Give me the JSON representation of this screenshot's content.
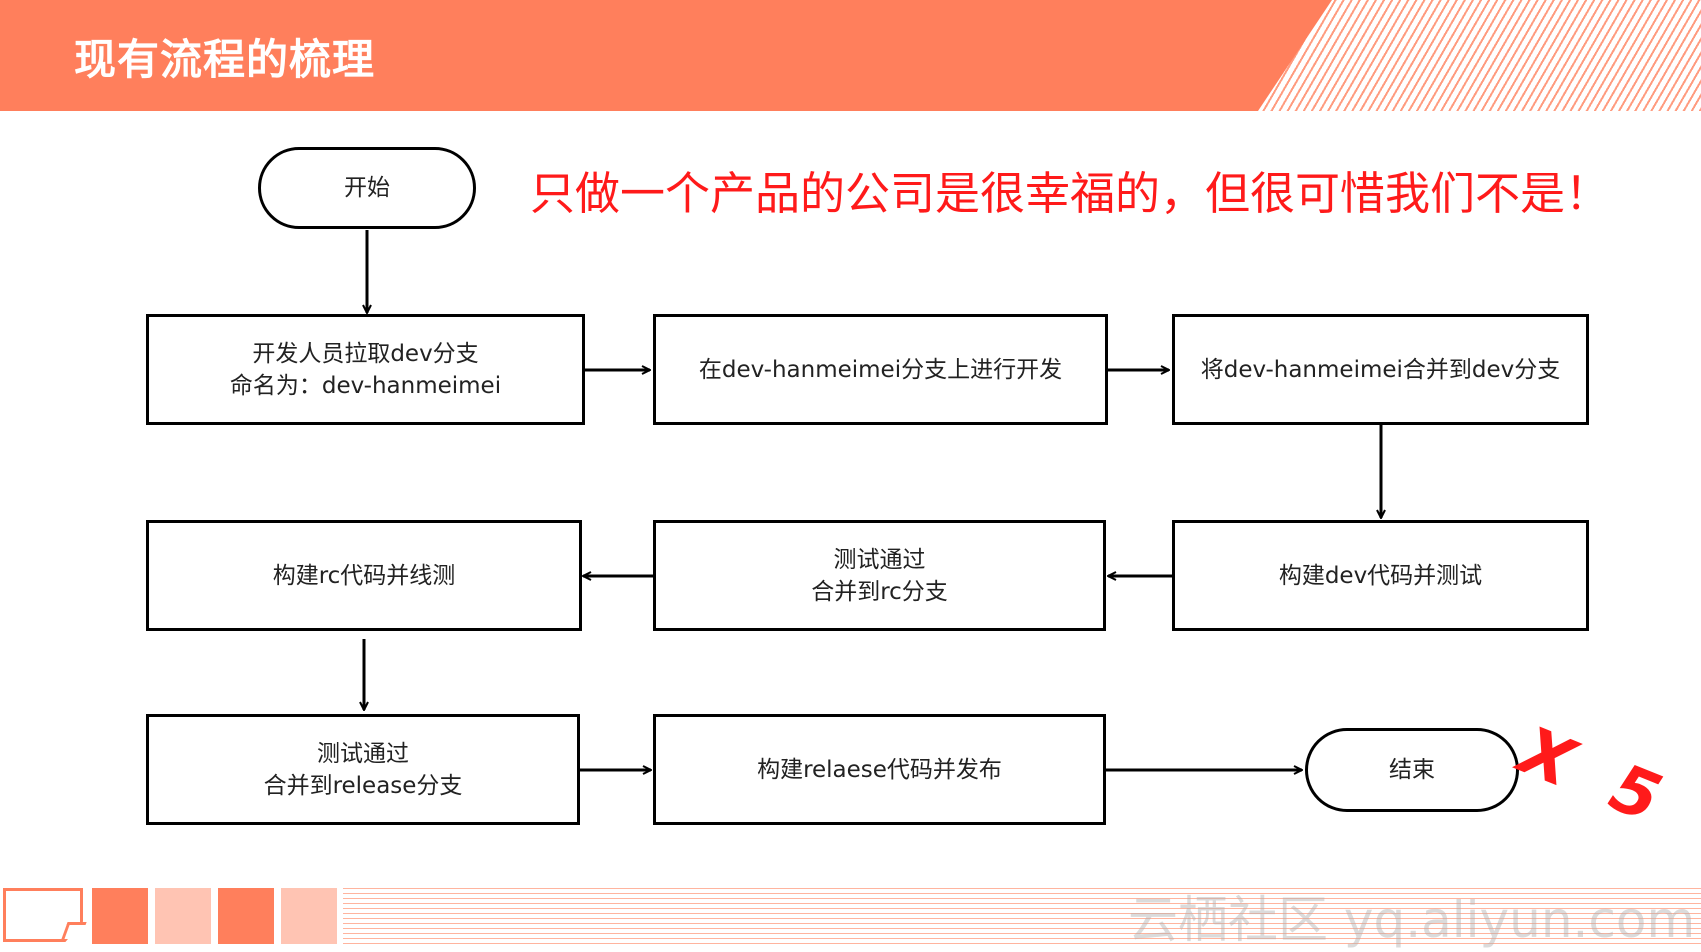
{
  "header": {
    "title": "现有流程的梳理",
    "color": "#ff7f5c"
  },
  "slogan": "只做一个产品的公司是很幸福的，但很可惜我们不是！",
  "multiplier": "X 5",
  "flow": {
    "start": "开始",
    "step1": "开发人员拉取dev分支\n命名为：dev-hanmeimei",
    "step2": "在dev-hanmeimei分支上进行开发",
    "step3": "将dev-hanmeimei合并到dev分支",
    "step4": "构建dev代码并测试",
    "step5": "测试通过\n合并到rc分支",
    "step6": "构建rc代码并线测",
    "step7": "测试通过\n合并到release分支",
    "step8": "构建relaese代码并发布",
    "end": "结束"
  },
  "footer": {
    "watermark": "云栖社区 yq.aliyun.com",
    "accent": "#ff7f5c",
    "accent_light": "#ffc4b3"
  }
}
